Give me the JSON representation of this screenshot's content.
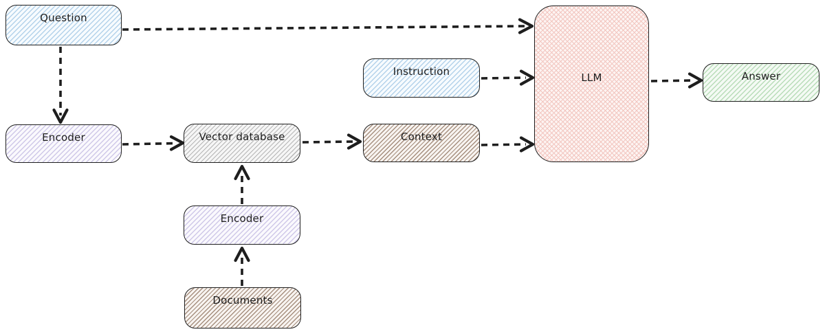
{
  "diagram": {
    "type": "flowchart",
    "description": "Retrieval-augmented generation (RAG) pipeline",
    "nodes": [
      {
        "id": "question",
        "label": "Question",
        "fill": "blue"
      },
      {
        "id": "instruction",
        "label": "Instruction",
        "fill": "blue"
      },
      {
        "id": "encoder-query",
        "label": "Encoder",
        "fill": "purple"
      },
      {
        "id": "vector-database",
        "label": "Vector database",
        "fill": "gray"
      },
      {
        "id": "context",
        "label": "Context",
        "fill": "brown"
      },
      {
        "id": "llm",
        "label": "LLM",
        "fill": "pink"
      },
      {
        "id": "answer",
        "label": "Answer",
        "fill": "green"
      },
      {
        "id": "encoder-documents",
        "label": "Encoder",
        "fill": "purple"
      },
      {
        "id": "documents",
        "label": "Documents",
        "fill": "brown"
      }
    ],
    "edges": [
      {
        "from": "question",
        "to": "llm",
        "line": "dashed",
        "head": "arrow"
      },
      {
        "from": "question",
        "to": "encoder-query",
        "line": "dashed",
        "head": "arrow"
      },
      {
        "from": "encoder-query",
        "to": "vector-database",
        "line": "dashed",
        "head": "arrow"
      },
      {
        "from": "vector-database",
        "to": "context",
        "line": "dashed",
        "head": "arrow"
      },
      {
        "from": "context",
        "to": "llm",
        "line": "dashed",
        "head": "arrow"
      },
      {
        "from": "instruction",
        "to": "llm",
        "line": "dashed",
        "head": "arrow"
      },
      {
        "from": "llm",
        "to": "answer",
        "line": "dashed",
        "head": "arrow"
      },
      {
        "from": "documents",
        "to": "encoder-documents",
        "line": "dashed",
        "head": "arrow"
      },
      {
        "from": "encoder-documents",
        "to": "vector-database",
        "line": "dashed",
        "head": "arrow"
      }
    ],
    "colors": {
      "canvas_bg": "#ffffff",
      "stroke": "#1e1e1e",
      "blue_hatch": "#b3d2ea",
      "purple_hatch": "#cfc8e8",
      "gray_hatch": "#b5b5b5",
      "brown_hatch": "#a68f7e",
      "pink_hatch": "#f2c6c0",
      "green_hatch": "#b8dcb8"
    }
  }
}
